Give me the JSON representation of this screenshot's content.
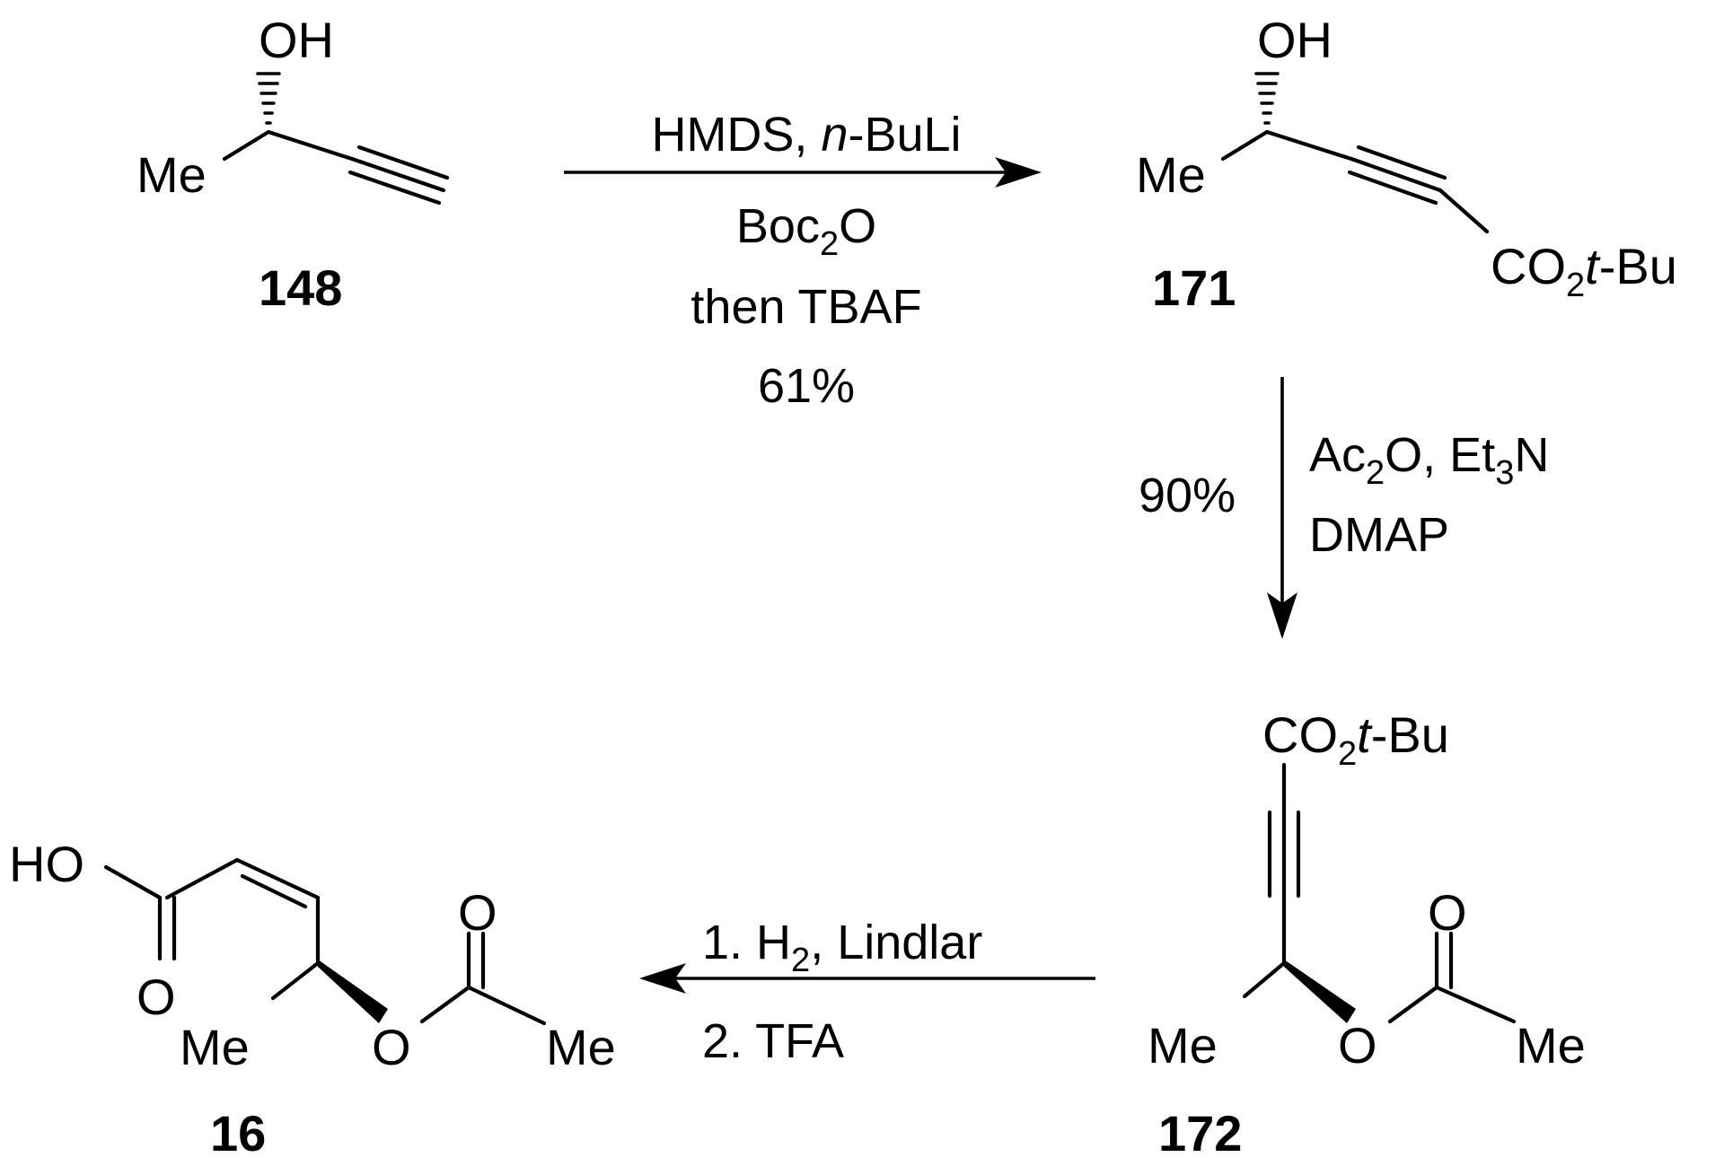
{
  "compounds": {
    "c148": {
      "label": "148",
      "oh": "OH",
      "me": "Me"
    },
    "c171": {
      "label": "171",
      "oh": "OH",
      "me": "Me",
      "ester": {
        "co": "CO",
        "sub": "2",
        "tbu": "t",
        "bu": "-Bu"
      }
    },
    "c172": {
      "label": "172",
      "ester": {
        "co": "CO",
        "sub": "2",
        "tbu": "t",
        "bu": "-Bu"
      },
      "o_carbonyl": "O",
      "o_ester": "O",
      "me_left": "Me",
      "me_right": "Me"
    },
    "c16": {
      "label": "16",
      "ho": "HO",
      "o_acid": "O",
      "o_carbonyl": "O",
      "o_ester": "O",
      "me_left": "Me",
      "me_right": "Me"
    }
  },
  "steps": {
    "step1": {
      "line1_a": "HMDS, ",
      "line1_b": "n",
      "line1_c": "-BuLi",
      "line2_a": "Boc",
      "line2_sub": "2",
      "line2_b": "O",
      "line3": "then TBAF",
      "yield": "61%"
    },
    "step2": {
      "line1_a": "Ac",
      "line1_sub1": "2",
      "line1_b": "O, Et",
      "line1_sub2": "3",
      "line1_c": "N",
      "line2": "DMAP",
      "yield": "90%"
    },
    "step3": {
      "line1_a": "1.  H",
      "line1_sub": "2",
      "line1_b": ", Lindlar",
      "line2": "2.  TFA"
    }
  }
}
